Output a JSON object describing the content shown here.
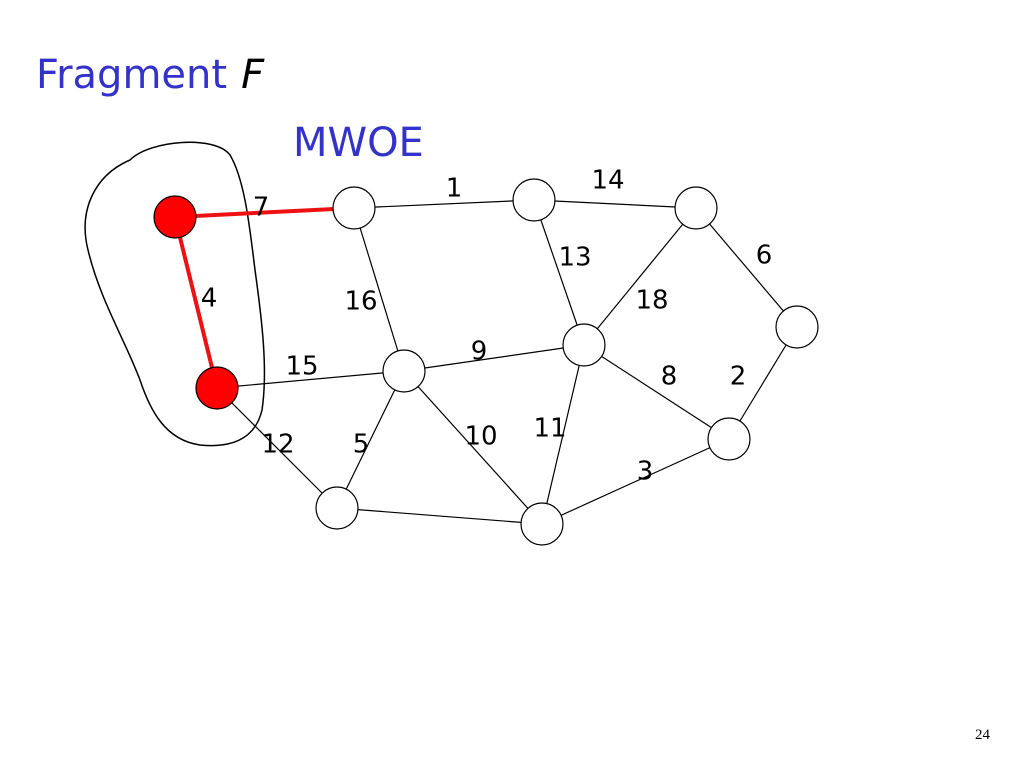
{
  "title": {
    "text": "Fragment",
    "variable": "F"
  },
  "mwoe_label": "MWOE",
  "page_number": "24",
  "colors": {
    "title": "#3333cc",
    "fragment_node": "#ff0000",
    "fragment_edge": "#ee1111",
    "edge": "#000000"
  },
  "graph": {
    "nodes": [
      {
        "id": "f1",
        "in_fragment": true
      },
      {
        "id": "f2",
        "in_fragment": true
      },
      {
        "id": "n1",
        "in_fragment": false
      },
      {
        "id": "n2",
        "in_fragment": false
      },
      {
        "id": "n3",
        "in_fragment": false
      },
      {
        "id": "n4",
        "in_fragment": false
      },
      {
        "id": "n5",
        "in_fragment": false
      },
      {
        "id": "n6",
        "in_fragment": false
      },
      {
        "id": "n7",
        "in_fragment": false
      },
      {
        "id": "n8",
        "in_fragment": false
      },
      {
        "id": "n9",
        "in_fragment": false
      }
    ],
    "edges": [
      {
        "from": "f1",
        "to": "n1",
        "weight": "7",
        "highlight": true
      },
      {
        "from": "f1",
        "to": "f2",
        "weight": "4",
        "highlight": true
      },
      {
        "from": "n1",
        "to": "n2",
        "weight": "1",
        "highlight": false
      },
      {
        "from": "n2",
        "to": "n3",
        "weight": "14",
        "highlight": false
      },
      {
        "from": "n2",
        "to": "n6",
        "weight": "13",
        "highlight": false
      },
      {
        "from": "n3",
        "to": "n6",
        "weight": "18",
        "highlight": false
      },
      {
        "from": "n3",
        "to": "n4",
        "weight": "6",
        "highlight": false
      },
      {
        "from": "n1",
        "to": "n5",
        "weight": "16",
        "highlight": false
      },
      {
        "from": "n5",
        "to": "n6",
        "weight": "9",
        "highlight": false
      },
      {
        "from": "f2",
        "to": "n5",
        "weight": "15",
        "highlight": false
      },
      {
        "from": "n6",
        "to": "n7",
        "weight": "8",
        "highlight": false
      },
      {
        "from": "n4",
        "to": "n7",
        "weight": "2",
        "highlight": false
      },
      {
        "from": "f2",
        "to": "n8",
        "weight": "12",
        "highlight": false
      },
      {
        "from": "n5",
        "to": "n8",
        "weight": "5",
        "highlight": false
      },
      {
        "from": "n5",
        "to": "n9",
        "weight": "10",
        "highlight": false
      },
      {
        "from": "n6",
        "to": "n9",
        "weight": "11",
        "highlight": false
      },
      {
        "from": "n7",
        "to": "n9",
        "weight": "3",
        "highlight": false
      },
      {
        "from": "n8",
        "to": "n9",
        "weight": "",
        "highlight": false
      }
    ]
  }
}
